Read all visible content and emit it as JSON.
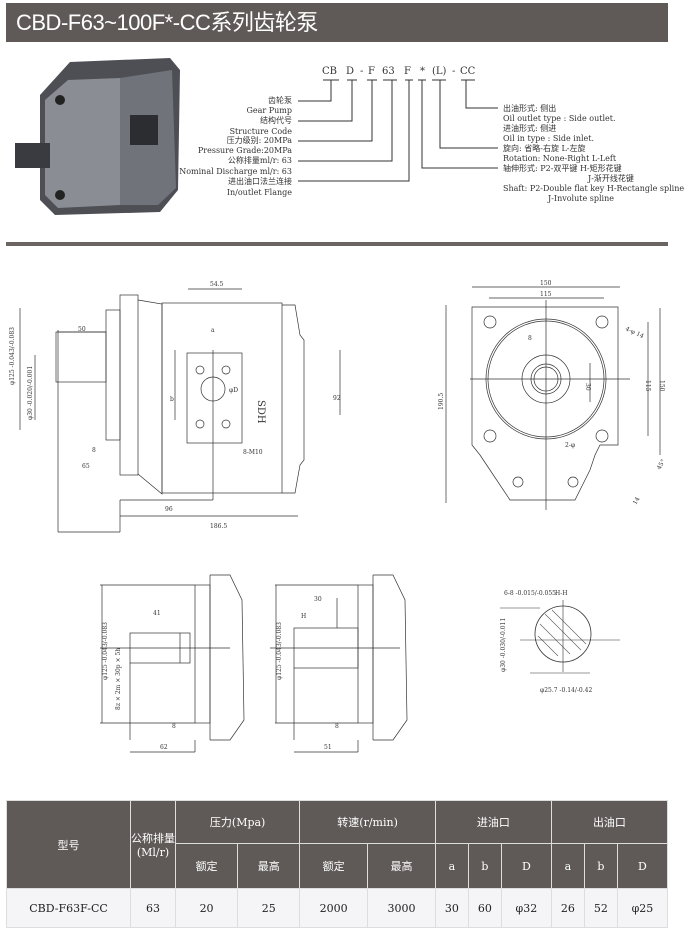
{
  "header": {
    "title": "CBD-F63~100F*-CC系列齿轮泵"
  },
  "legend": {
    "code": [
      "CB",
      "D",
      "-",
      "F",
      "63",
      "F",
      "*",
      "(L)",
      "-",
      "CC"
    ],
    "left": [
      "齿轮泵",
      "Gear Pump",
      "结构代号",
      "Structure Code",
      "压力级别: 20MPa",
      "Pressure Grade:20MPa",
      "公称排量ml/r: 63",
      "Nominal Discharge ml/r: 63",
      "进出油口法兰连接",
      "In/outlet Flange"
    ],
    "right": [
      "出油形式: 侧出",
      "Oil outlet type : Side outlet.",
      "进油形式: 侧进",
      "Oil in type : Side inlet.",
      "旋向: 省略-右旋  L-左旋",
      "Rotation: None-Right L-Left",
      "轴伸形式: P2-双平键  H-矩形花键",
      "J-渐开线花键",
      "Shaft: P2-Double flat key H-Rectangle spline",
      "J-Involute spline"
    ]
  },
  "drawings": {
    "side": {
      "d1": "54.5",
      "d2": "50",
      "d3": "a",
      "d4": "b",
      "d5": "92",
      "d6": "8",
      "d7": "65",
      "d8": "96",
      "d9": "186.5",
      "d10": "8-M10",
      "d11": "SDH",
      "d12": "φD",
      "tol1": "φ125 -0.043/-0.083",
      "tol2": "φ30 -0.020/-0.001"
    },
    "front": {
      "w1": "150",
      "w2": "115",
      "k": "8",
      "s": "30",
      "h1": "115",
      "h2": "150",
      "h3": "190.5",
      "r": "4-φ 14",
      "r2": "2-φ",
      "ang": "45°",
      "t": "14"
    },
    "shaftH": {
      "l1": "41",
      "l2": "8",
      "l3": "62",
      "tol": "φ125 -0.043/-0.083",
      "spec": "8z × 2m × 30p × 5h"
    },
    "shaftP": {
      "l1": "30",
      "l2": "8",
      "l3": "51",
      "tol": "φ125 -0.043/-0.083",
      "sec": "H"
    },
    "section": {
      "t1": "6-8 -0.015/-0.055",
      "t2": "H-H",
      "t3": "φ30 -0.030/-0.011",
      "t4": "φ25.7 -0.14/-0.42"
    }
  },
  "table": {
    "h_model": "型号",
    "h_disp": "公称排量(Ml/r)",
    "h_press": "压力(Mpa)",
    "h_speed": "转速(r/min)",
    "h_in": "进油口",
    "h_out": "出油口",
    "sub": [
      "额定",
      "最高",
      "额定",
      "最高",
      "a",
      "b",
      "D",
      "a",
      "b",
      "D"
    ],
    "row": [
      "CBD-F63F-CC",
      "63",
      "20",
      "25",
      "2000",
      "3000",
      "30",
      "60",
      "φ32",
      "26",
      "52",
      "φ25"
    ]
  }
}
